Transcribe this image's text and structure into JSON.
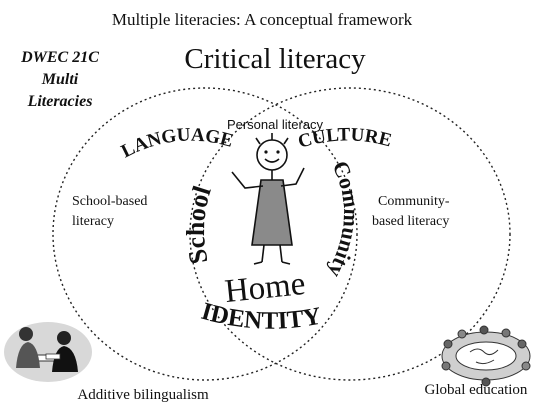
{
  "header": {
    "title": "Multiple literacies: A conceptual framework",
    "brand_lines": [
      "DWEC 21C",
      "Multi",
      "Literacies"
    ],
    "main_heading": "Critical literacy"
  },
  "diagram": {
    "personal_label": "Personal literacy",
    "left_label_lines": [
      "School-based",
      "literacy"
    ],
    "right_label_lines": [
      "Community-",
      "based literacy"
    ],
    "arc_words": {
      "language": "LANGUAGE",
      "culture": "CULTURE",
      "school": "School",
      "community": "Community",
      "home": "Home",
      "identity": "IDENTITY"
    }
  },
  "footer": {
    "left_caption": "Additive bilingualism",
    "right_caption": "Global education"
  },
  "icons": {
    "stick_figure": "stick-figure-child-icon",
    "left_image": "people-meeting-clipart-icon",
    "right_image": "children-around-globe-clipart-icon"
  },
  "colors": {
    "ink": "#111111",
    "dress_fill": "#8a8a8a",
    "circle_stroke": "#222222"
  }
}
